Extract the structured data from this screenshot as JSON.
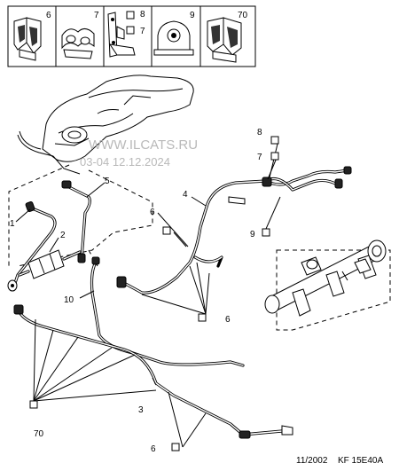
{
  "legend_panels": [
    {
      "label": "6"
    },
    {
      "label": "7"
    },
    {
      "label": "8",
      "sub_label": "7"
    },
    {
      "label": "9"
    },
    {
      "label": "70"
    }
  ],
  "callouts": {
    "c1": "1",
    "c2": "2",
    "c3": "3",
    "c4": "4",
    "c5": "5",
    "c6a": "6",
    "c6b": "6",
    "c6c": "6",
    "c7": "7",
    "c8": "8",
    "c9": "9",
    "c10": "10",
    "c70": "70"
  },
  "watermark": {
    "line1": "WWW.ILCATS.RU",
    "line2": "03-04 12.12.2024"
  },
  "footer": {
    "date": "11/2002",
    "code": "KF 15E40A"
  }
}
